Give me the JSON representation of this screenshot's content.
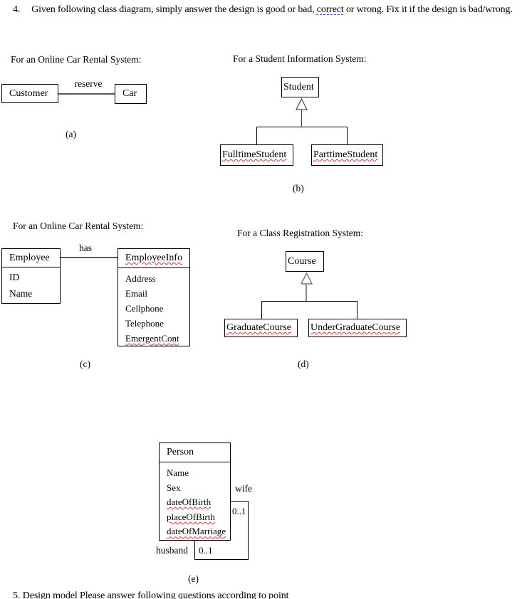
{
  "question": {
    "number": "4.",
    "part1": "Given following class diagram, simply answer the design is good or bad, ",
    "highlight": "correct",
    "part2": " or wrong. Fix it if the design is bad/wrong."
  },
  "diagram_a": {
    "heading": "For an Online Car Rental System:",
    "class_customer": "Customer",
    "association_label": "reserve",
    "class_car": "Car",
    "caption": "(a)"
  },
  "diagram_b": {
    "heading": "For a Student Information System:",
    "parent_class": "Student",
    "subclass_left": "FulltimeStudent",
    "subclass_right": "ParttimeStudent",
    "caption": "(b)"
  },
  "diagram_c": {
    "heading": "For an Online Car Rental System:",
    "association_label": "has",
    "employee": {
      "name": "Employee",
      "attributes": [
        "ID",
        "Name"
      ]
    },
    "employee_info": {
      "name": "EmployeeInfo",
      "attributes": [
        "Address",
        "Email",
        "Cellphone",
        "Telephone",
        "EmergentCont"
      ]
    },
    "caption": "(c)"
  },
  "diagram_d": {
    "heading": "For a Class Registration System:",
    "parent_class": "Course",
    "subclass_left": "GraduateCourse",
    "subclass_right": "UnderGraduateCourse",
    "caption": "(d)"
  },
  "diagram_e": {
    "person": {
      "name": "Person",
      "attributes": [
        "Name",
        "Sex",
        "dateOfBirth",
        "placeOfBirth",
        "dateOfMarriage"
      ]
    },
    "role_wife": "wife",
    "mult_wife": "0..1",
    "role_husband": "husband",
    "mult_husband": "0..1",
    "caption": "(e)"
  },
  "next_question_clipped": "5.   Design model Please answer following questions according to point",
  "colors": {
    "text": "#000000",
    "spellcheck_red": "#e03131",
    "grammar_blue": "#5252d6",
    "association_gray": "#5a5a5a",
    "triangle_gray": "#757575"
  }
}
